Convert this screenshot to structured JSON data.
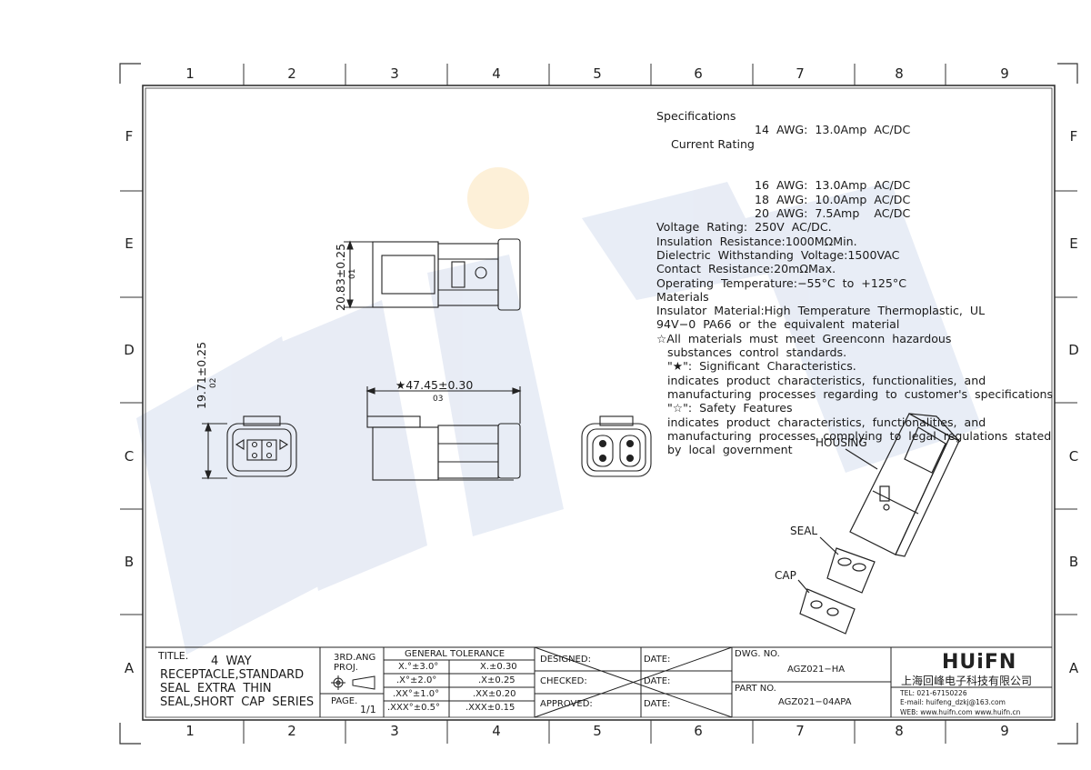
{
  "zones": {
    "columns": [
      "1",
      "2",
      "3",
      "4",
      "5",
      "6",
      "7",
      "8",
      "9"
    ],
    "rows": [
      "F",
      "E",
      "D",
      "C",
      "B",
      "A"
    ]
  },
  "watermark": "HUifn",
  "specifications": {
    "heading": "Specifications",
    "current_rating_label": "Current Rating",
    "current_rating": [
      "14  AWG:  13.0Amp  AC/DC",
      "16  AWG:  13.0Amp  AC/DC",
      "18  AWG:  10.0Amp  AC/DC",
      "20  AWG:  7.5Amp    AC/DC"
    ],
    "lines": [
      "Voltage  Rating:  250V  AC/DC.",
      "Insulation  Resistance:1000MΩMin.",
      "Dielectric  Withstanding  Voltage:1500VAC",
      "Contact  Resistance:20mΩMax.",
      "Operating  Temperature:−55°C  to  +125°C",
      "Materials",
      "Insulator  Material:High  Temperature  Thermoplastic,  UL",
      "94V−0  PA66  or  the  equivalent  material",
      "☆All  materials  must  meet  Greenconn  hazardous",
      "   substances  control  standards.",
      "   \"★\":  Significant  Characteristics.",
      "   indicates  product  characteristics,  functionalities,  and",
      "   manufacturing  processes  regarding  to  customer's  specifications",
      "   \"☆\":  Safety  Features",
      "   indicates  product  characteristics,  functionalities,  and",
      "   manufacturing  processes  complying  to  legal  regulations  stated",
      "   by  local  government"
    ]
  },
  "dimensions": {
    "height_top": "20.83±0.25",
    "height_top_tag": "01",
    "height_end": "19.71±0.25",
    "height_end_tag": "02",
    "length": "★47.45±0.30",
    "length_tag": "03"
  },
  "callouts": {
    "housing": "HOUSING",
    "seal": "SEAL",
    "cap": "CAP"
  },
  "title_block": {
    "title_label": "TITLE.",
    "title_lines": [
      "4  WAY",
      "RECEPTACLE,STANDARD",
      "SEAL  EXTRA  THIN",
      "SEAL,SHORT  CAP  SERIES"
    ],
    "projection_label": "3RD.ANG\nPROJ.",
    "page_label": "PAGE.",
    "page_value": "1/1",
    "tolerance_heading": "GENERAL  TOLERANCE",
    "tolerances": [
      [
        "X.°±3.0°",
        "X.±0.30"
      ],
      [
        ".X°±2.0°",
        ".X±0.25"
      ],
      [
        ".XX°±1.0°",
        ".XX±0.20"
      ],
      [
        ".XXX°±0.5°",
        ".XXX±0.15"
      ]
    ],
    "signoff": [
      {
        "label": "DESIGNED:",
        "date": "DATE:"
      },
      {
        "label": "CHECKED:",
        "date": "DATE:"
      },
      {
        "label": "APPROVED:",
        "date": "DATE:"
      }
    ],
    "dwg_no_label": "DWG.  NO.",
    "dwg_no": "AGZ021−HA",
    "part_no_label": "PART  NO.",
    "part_no": "AGZ021−04APA",
    "company_logo": "HUiFN",
    "company_name": "上海回峰电子科技有限公司",
    "tel": "TEL: 021-67150226",
    "email": "E-mail: huifeng_dzkj@163.com",
    "web": "WEB:  www.huifn.com   www.huifn.cn"
  }
}
